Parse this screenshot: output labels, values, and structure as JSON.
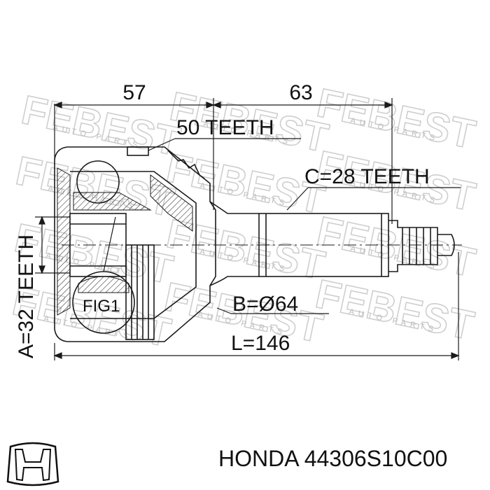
{
  "watermark": {
    "brand": "FEBEST",
    "sub": "AUTO PARTS"
  },
  "dimensions": {
    "d57": "57",
    "d63": "63",
    "outer_teeth": "50 TEETH",
    "inner_teeth": "C=28 TEETH",
    "spline_teeth": "A=32 TEETH",
    "fig": "FIG1",
    "diameter": "B=Ø64",
    "length": "L=146"
  },
  "brand": {
    "name": "HONDA",
    "part_number": "44306S10C00",
    "caption": "HONDA 44306S10C00"
  },
  "icons": {
    "logo": "honda-logo-icon"
  },
  "colors": {
    "line": "#1a1a1a",
    "watermark": "#cfcfcf",
    "background": "#ffffff"
  }
}
